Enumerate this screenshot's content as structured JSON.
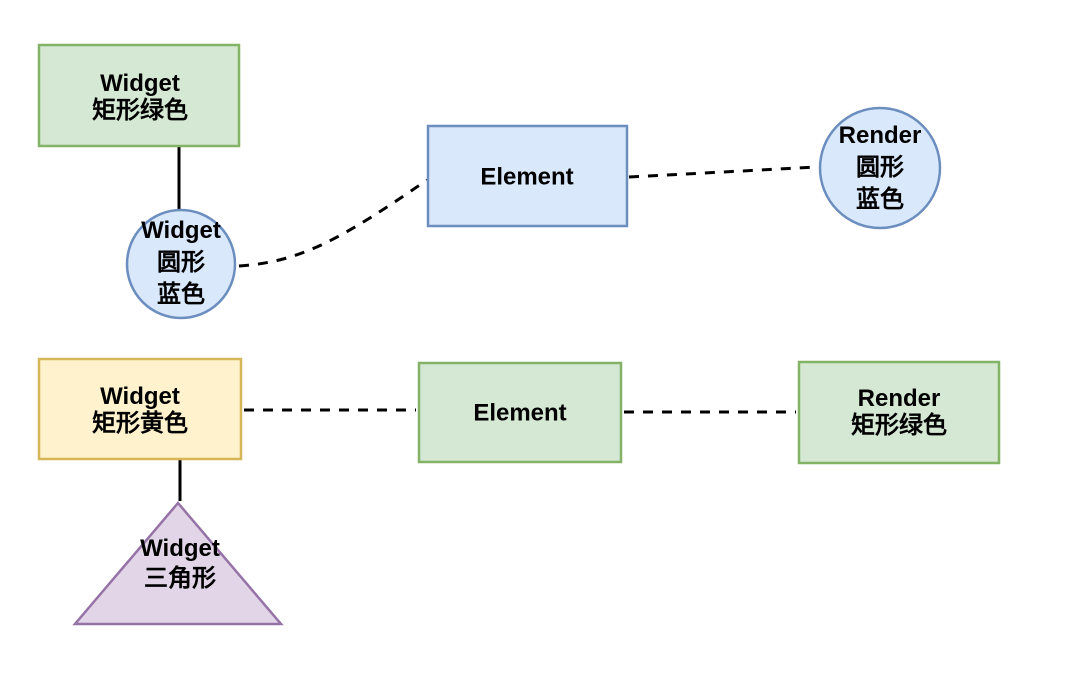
{
  "diagram": {
    "background": "#ffffff",
    "colors": {
      "green_fill": "#d5e8d4",
      "green_stroke": "#82b366",
      "blue_fill": "#dae8fc",
      "blue_stroke": "#6c8ebf",
      "yellow_fill": "#fff2cc",
      "yellow_stroke": "#d6b656",
      "purple_fill": "#e1d5e7",
      "purple_stroke": "#9673a6",
      "connector_color": "#000000"
    },
    "nodes": {
      "widget_rect_green": {
        "shape": "rectangle",
        "line1": "Widget",
        "line2": "矩形绿色"
      },
      "widget_circle_blue": {
        "shape": "circle",
        "line1": "Widget",
        "line2": "圆形",
        "line3": "蓝色"
      },
      "element_blue": {
        "shape": "rectangle",
        "line1": "Element"
      },
      "render_circle_blue": {
        "shape": "circle",
        "line1": "Render",
        "line2": "圆形",
        "line3": "蓝色"
      },
      "widget_rect_yellow": {
        "shape": "rectangle",
        "line1": "Widget",
        "line2": "矩形黄色"
      },
      "element_green": {
        "shape": "rectangle",
        "line1": "Element"
      },
      "render_rect_green": {
        "shape": "rectangle",
        "line1": "Render",
        "line2": "矩形绿色"
      },
      "widget_triangle_purple": {
        "shape": "triangle",
        "line1": "Widget",
        "line2": "三角形"
      }
    },
    "edges": [
      {
        "from": "widget_rect_green",
        "to": "widget_circle_blue",
        "style": "solid"
      },
      {
        "from": "widget_circle_blue",
        "to": "element_blue",
        "style": "dashed"
      },
      {
        "from": "element_blue",
        "to": "render_circle_blue",
        "style": "dashed"
      },
      {
        "from": "widget_rect_yellow",
        "to": "element_green",
        "style": "dashed"
      },
      {
        "from": "element_green",
        "to": "render_rect_green",
        "style": "dashed"
      },
      {
        "from": "widget_rect_yellow",
        "to": "widget_triangle_purple",
        "style": "solid"
      }
    ]
  }
}
